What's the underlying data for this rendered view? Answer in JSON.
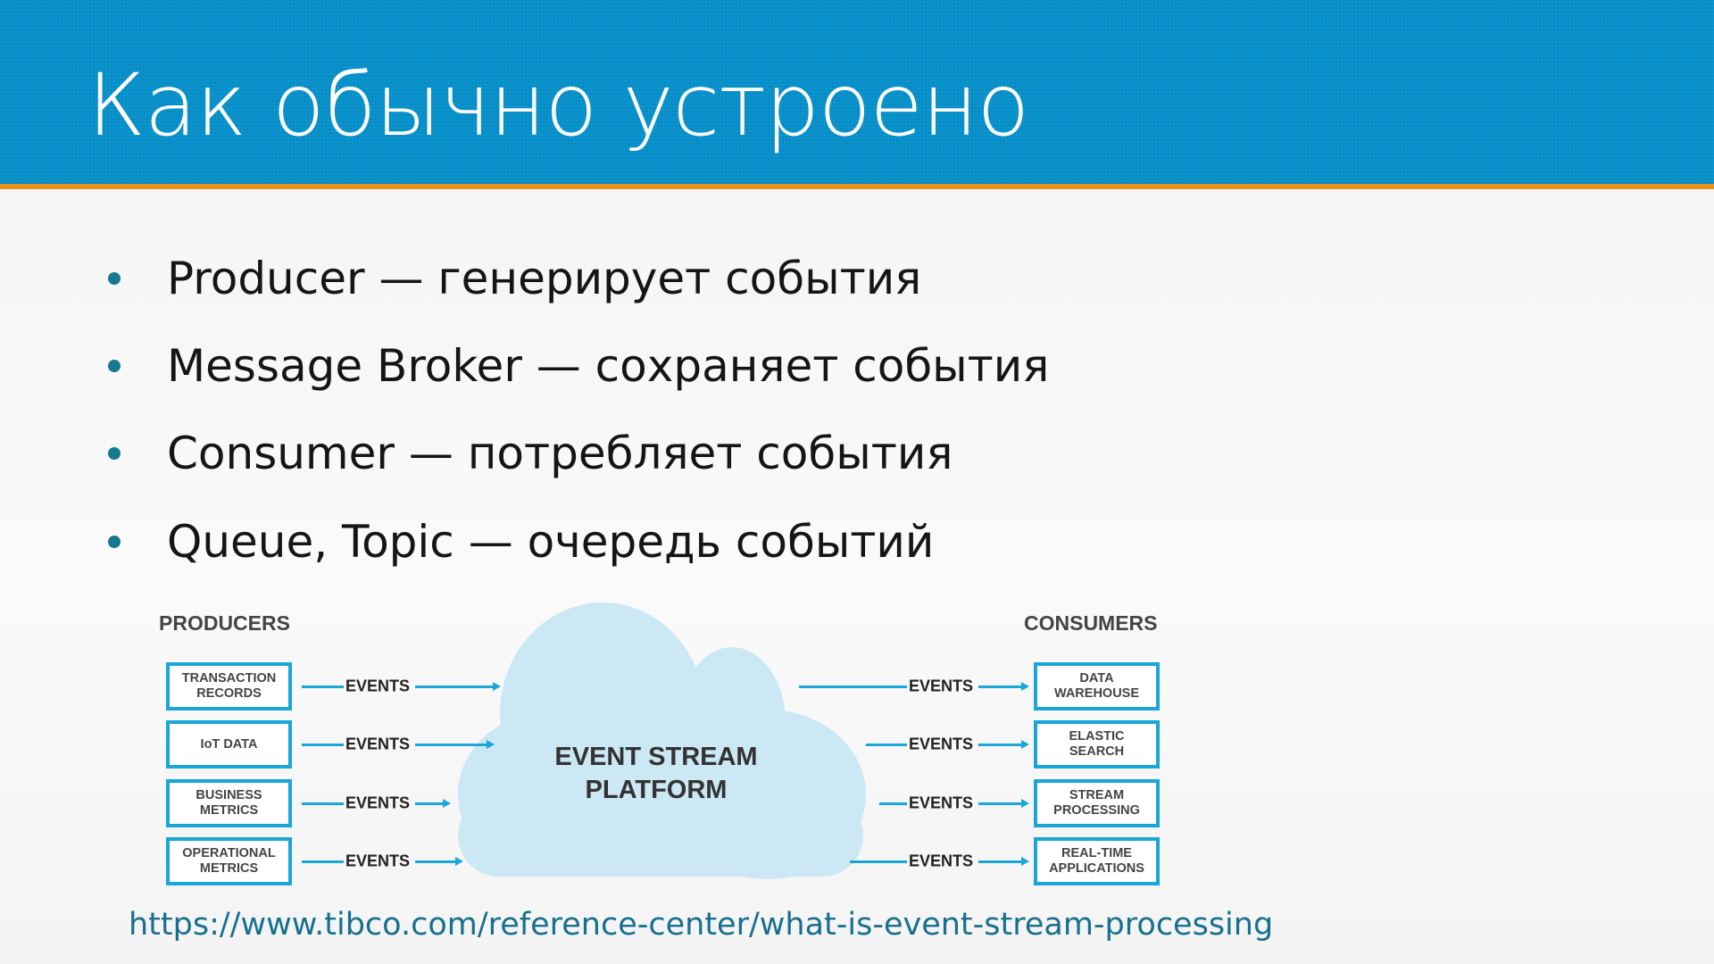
{
  "title": "Как обычно устроено",
  "bullets": [
    "Producer — генерирует события",
    "Message Broker — сохраняет события",
    "Consumer — потребляет события",
    "Queue, Topic — очередь событий"
  ],
  "diagram": {
    "producers_label": "PRODUCERS",
    "consumers_label": "CONSUMERS",
    "platform_label": "EVENT STREAM\nPLATFORM",
    "event_label": "EVENTS",
    "producers": [
      "TRANSACTION\nRECORDS",
      "IoT DATA",
      "BUSINESS\nMETRICS",
      "OPERATIONAL\nMETRICS"
    ],
    "consumers": [
      "DATA\nWAREHOUSE",
      "ELASTIC\nSEARCH",
      "STREAM\nPROCESSING",
      "REAL-TIME\nAPPLICATIONS"
    ]
  },
  "source_url": "https://www.tibco.com/reference-center/what-is-event-stream-processing"
}
